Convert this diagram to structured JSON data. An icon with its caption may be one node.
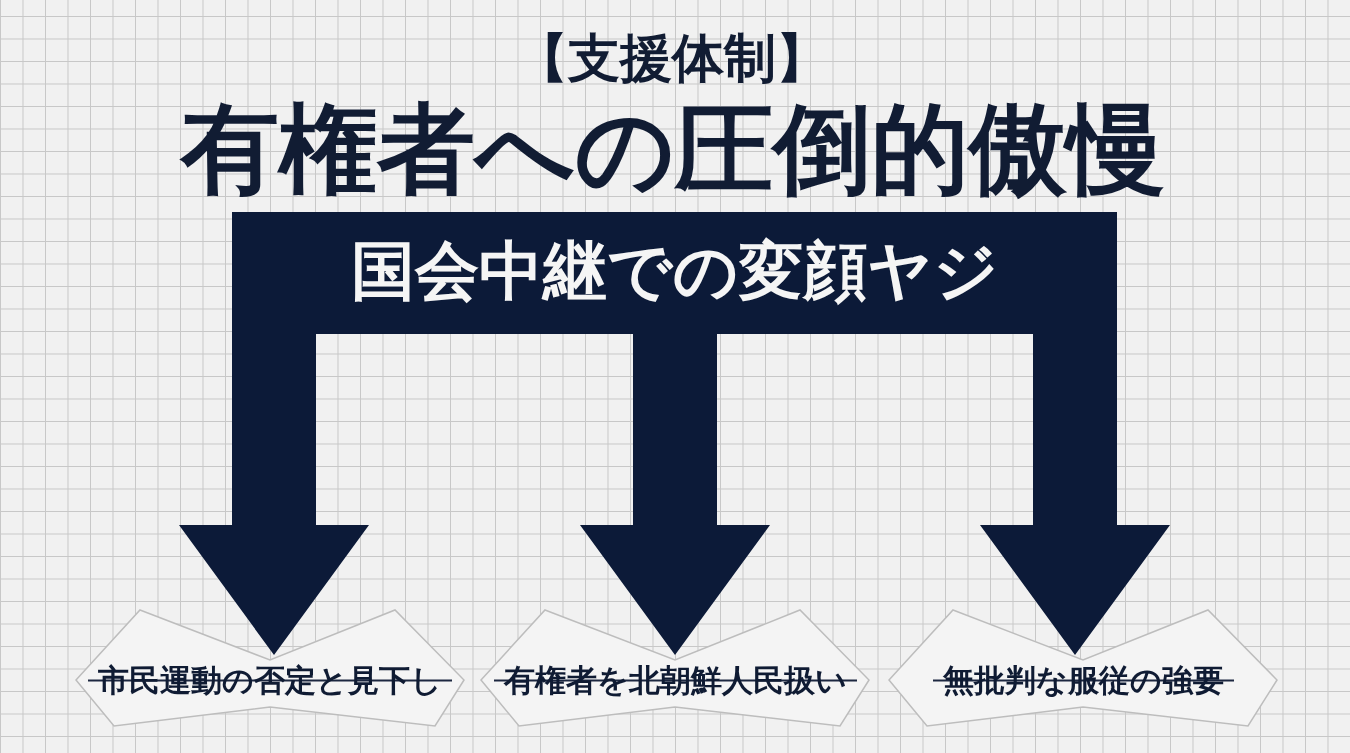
{
  "diagram": {
    "title": "有権者への圧倒的傲慢",
    "nodes": [
      {
        "text": [
          "国会中継での変顔ヤジ"
        ]
      },
      {
        "text": [
          "市民運動の否定と見下し"
        ]
      },
      {
        "text": [
          "有権者を北朝鮮人民扱い"
        ]
      },
      {
        "text": [
          "無批判な服従の強要"
        ]
      }
    ],
    "edges": [
      {
        "from": 0,
        "to": 1,
        "arrow": "to"
      },
      {
        "from": 0,
        "to": 2,
        "arrow": "to"
      },
      {
        "from": 0,
        "to": 3,
        "arrow": "to"
      }
    ],
    "labels": [
      "【支援体制】"
    ]
  }
}
